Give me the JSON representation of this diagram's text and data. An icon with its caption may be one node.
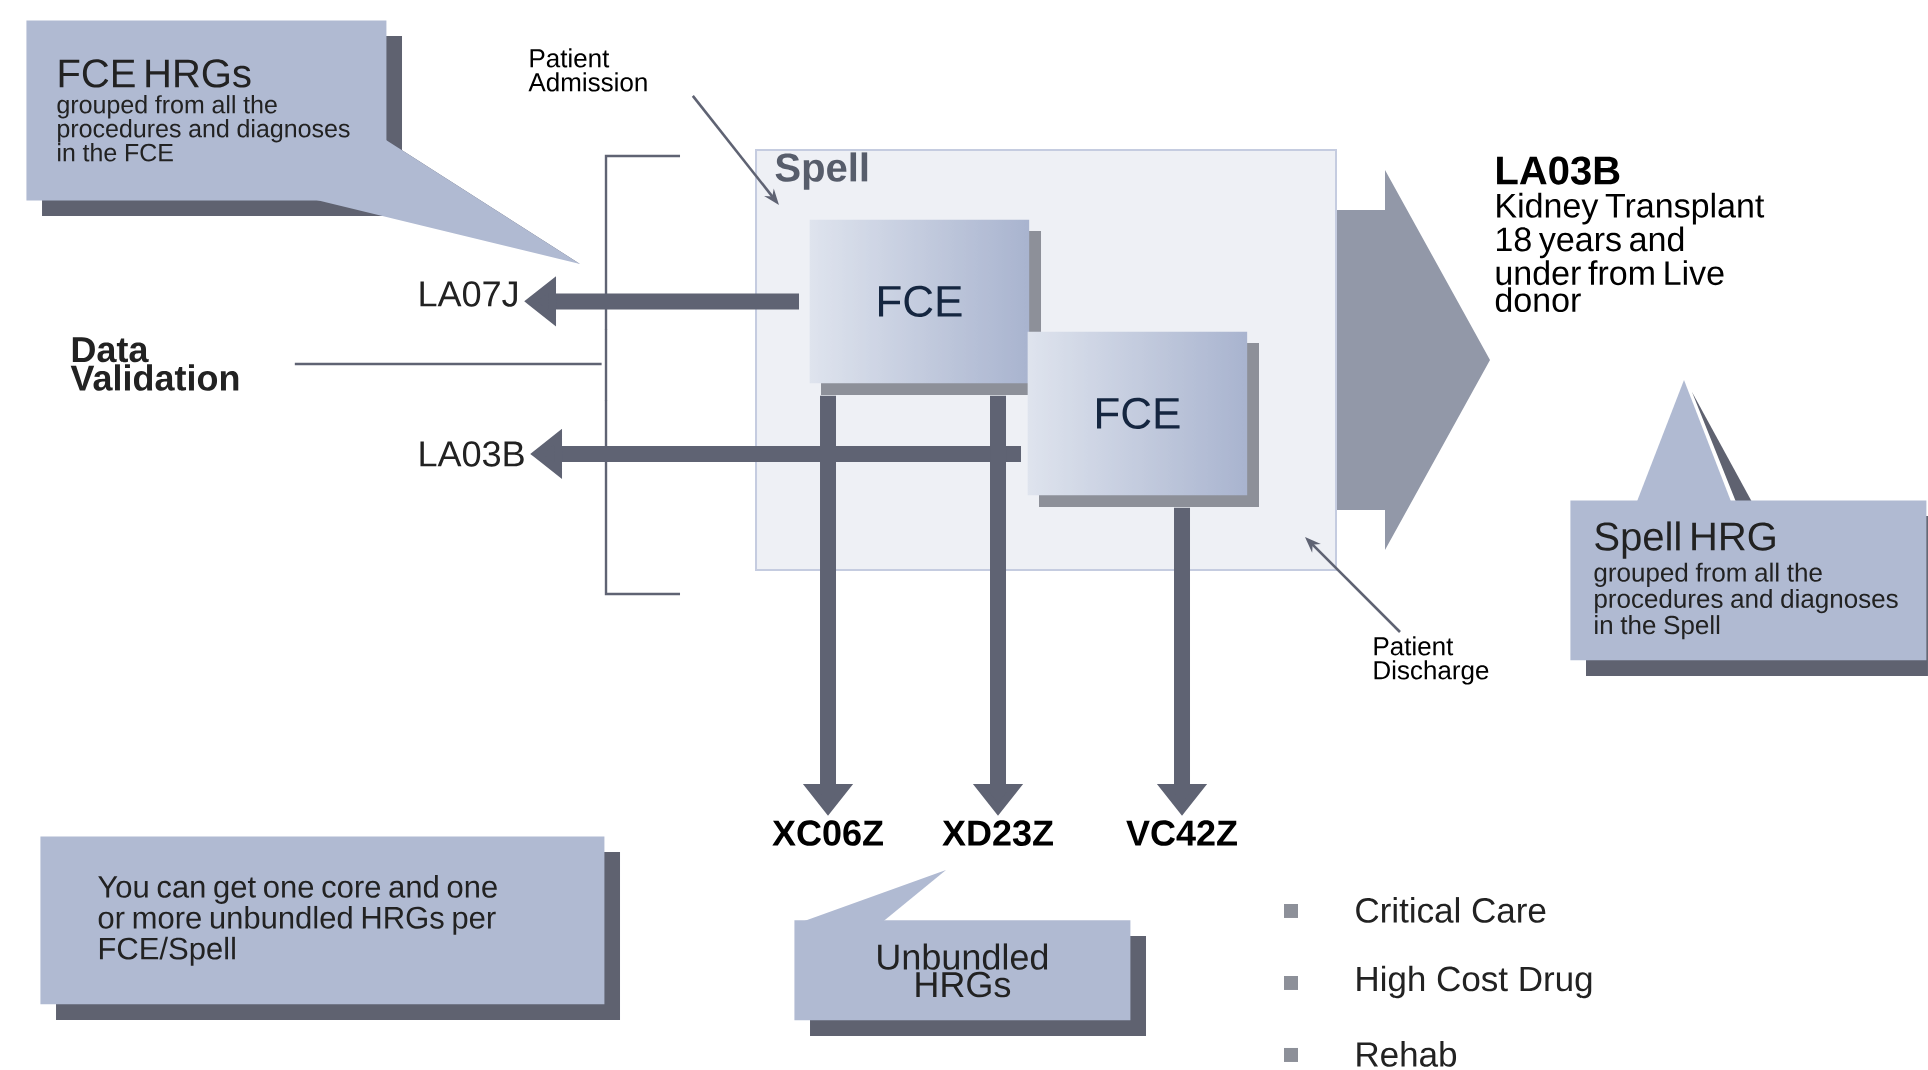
{
  "diagram": {
    "nodes": [
      {
        "text": [
          "Spell"
        ]
      },
      {
        "text": [
          "FCE"
        ],
        "in": 0
      },
      {
        "text": [
          "FCE"
        ],
        "in": 0
      },
      {
        "text": [
          "LA07J"
        ]
      },
      {
        "text": [
          "LA03B"
        ]
      },
      {
        "text": [
          "LA03B",
          "Kidney Transplant 18 years and under from Live donor"
        ]
      },
      {
        "text": [
          "XC06Z"
        ]
      },
      {
        "text": [
          "XD23Z"
        ]
      },
      {
        "text": [
          "VC42Z"
        ]
      },
      {
        "text": [
          "FCE HRGs",
          "grouped from all the procedures and diagnoses in the FCE"
        ]
      },
      {
        "text": [
          "Spell HRG",
          "grouped from all the procedures and diagnoses in the Spell"
        ]
      },
      {
        "text": [
          "Unbundled HRGs"
        ]
      },
      {
        "text": [
          "You can get one core and one or more unbundled HRGs per FCE/Spell"
        ]
      },
      {
        "text": [
          "Data Validation"
        ]
      },
      {
        "text": [
          "Patient Admission"
        ]
      },
      {
        "text": [
          "Patient Discharge"
        ]
      },
      {
        "text": [],
        "shape": "bracket"
      }
    ],
    "edges": [
      {
        "from": 1,
        "to": 3,
        "arrow": "to"
      },
      {
        "from": 2,
        "to": 4,
        "arrow": "to"
      },
      {
        "from": 1,
        "to": 6,
        "arrow": "to"
      },
      {
        "from": 1,
        "to": 7,
        "arrow": "to"
      },
      {
        "from": 2,
        "to": 8,
        "arrow": "to"
      },
      {
        "from": 0,
        "to": 5,
        "arrow": "to",
        "style": "thick",
        "color": "#9298a8"
      },
      {
        "from": 14,
        "to": 0,
        "arrow": "to"
      },
      {
        "from": 15,
        "to": 0,
        "arrow": "to"
      },
      {
        "from": 13,
        "to": 16,
        "arrow": "none"
      }
    ],
    "labels": [
      "Critical Care",
      "High Cost Drug",
      "Rehab"
    ]
  }
}
